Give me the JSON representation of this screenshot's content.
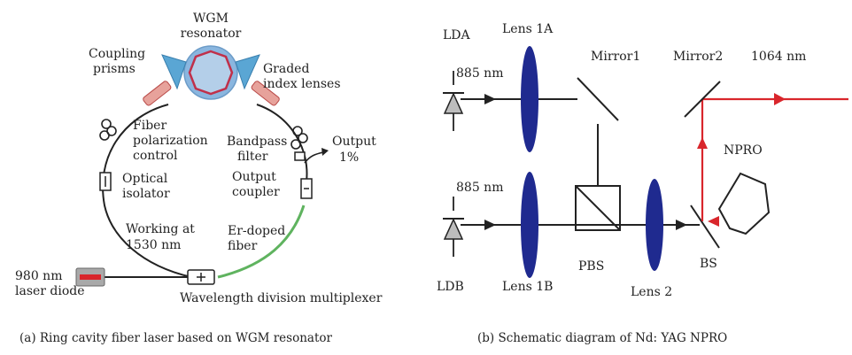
{
  "colors": {
    "ink": "#222222",
    "laser_red": "#d9262c",
    "lens_blue": "#1f2a8f",
    "prism_blue": "#5aa6d4",
    "resonator_blue": "#8ab6df",
    "resonator_ring": "#c0304a",
    "er_fiber_green": "#5fb35f",
    "diode_gray": "#bdbdbd"
  },
  "panel_a": {
    "labels": {
      "wgm_resonator_1": "WGM",
      "wgm_resonator_2": "resonator",
      "coupling_prisms_1": "Coupling",
      "coupling_prisms_2": "prisms",
      "graded_index_1": "Graded",
      "graded_index_2": "index lenses",
      "fiber_pol_1": "Fiber",
      "fiber_pol_2": "polarization",
      "fiber_pol_3": "control",
      "optical_isolator_1": "Optical",
      "optical_isolator_2": "isolator",
      "bandpass_1": "Bandpass",
      "bandpass_2": "filter",
      "output_1": "Output",
      "output_2": "1%",
      "output_coupler_1": "Output",
      "output_coupler_2": "coupler",
      "working_1": "Working at",
      "working_2": "1530 nm",
      "er_fiber_1": "Er-doped",
      "er_fiber_2": "fiber",
      "laser_diode_1": "980 nm",
      "laser_diode_2": "laser diode",
      "wdm": "Wavelength division multiplexer"
    },
    "caption": "(a) Ring cavity fiber laser based on WGM resonator"
  },
  "panel_b": {
    "labels": {
      "lda": "LDA",
      "ldb": "LDB",
      "lens_1a": "Lens 1A",
      "lens_1b": "Lens 1B",
      "lens_2": "Lens 2",
      "wavelength_a": "885 nm",
      "wavelength_b": "885 nm",
      "mirror1": "Mirror1",
      "mirror2": "Mirror2",
      "output_wavelength": "1064 nm",
      "npro": "NPRO",
      "pbs": "PBS",
      "bs": "BS"
    },
    "caption": "(b) Schematic diagram of Nd: YAG NPRO"
  }
}
